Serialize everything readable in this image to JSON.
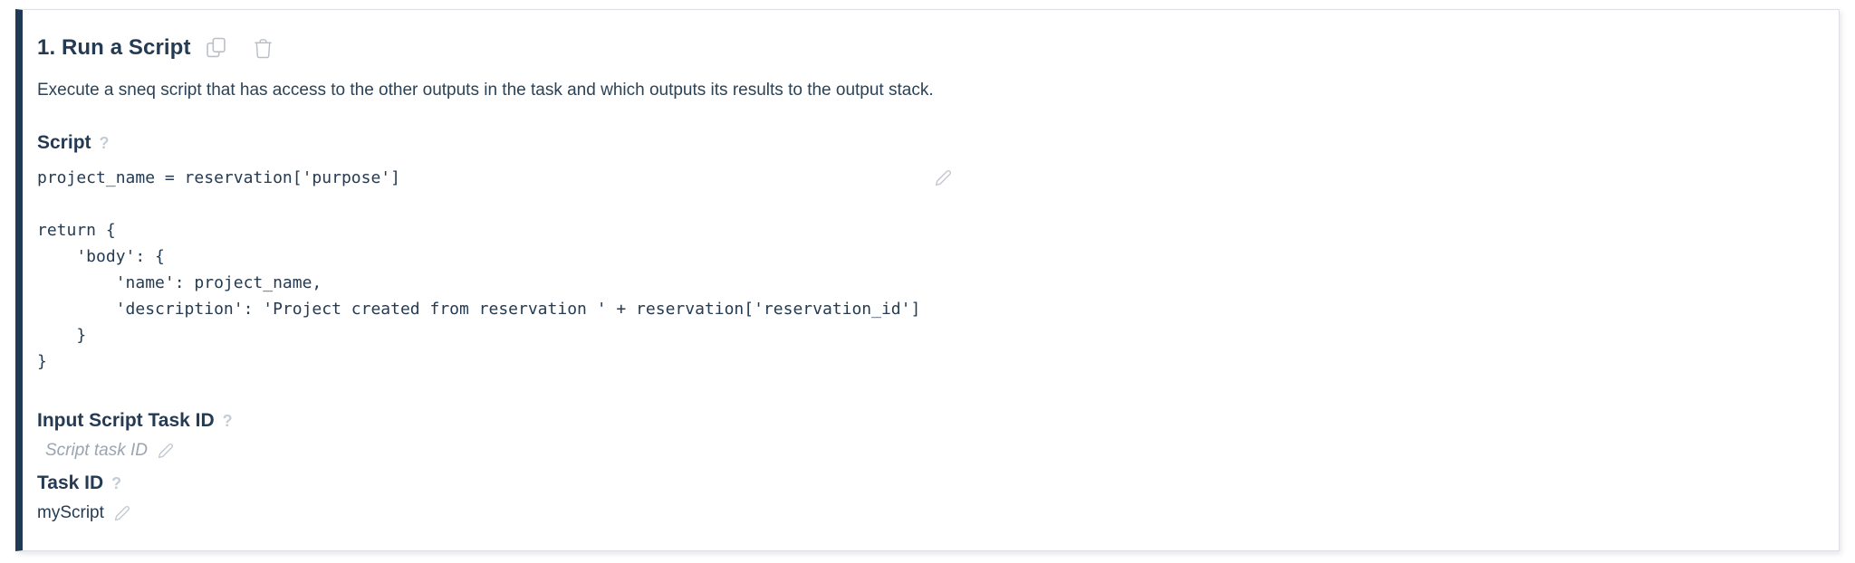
{
  "header": {
    "title": "1. Run a Script",
    "description": "Execute a sneq script that has access to the other outputs in the task and which outputs its results to the output stack.",
    "copy_icon": "copy",
    "trash_icon": "trash"
  },
  "fields": {
    "script": {
      "label": "Script",
      "help_glyph": "?",
      "code": "project_name = reservation['purpose']\n\nreturn {\n    'body': {\n        'name': project_name,\n        'description': 'Project created from reservation ' + reservation['reservation_id']\n    }\n}",
      "edit_icon": "pencil"
    },
    "input_script_task_id": {
      "label": "Input Script Task ID",
      "help_glyph": "?",
      "value": "",
      "placeholder": "Script task ID",
      "edit_icon": "pencil"
    },
    "task_id": {
      "label": "Task ID",
      "help_glyph": "?",
      "value": "myScript",
      "edit_icon": "pencil"
    }
  },
  "colors": {
    "accent_bar": "#1f3a52",
    "text_primary": "#243b53",
    "icon_gray": "#b9bfc7",
    "placeholder_gray": "#9aa5b1",
    "card_border": "#dde1e6"
  }
}
